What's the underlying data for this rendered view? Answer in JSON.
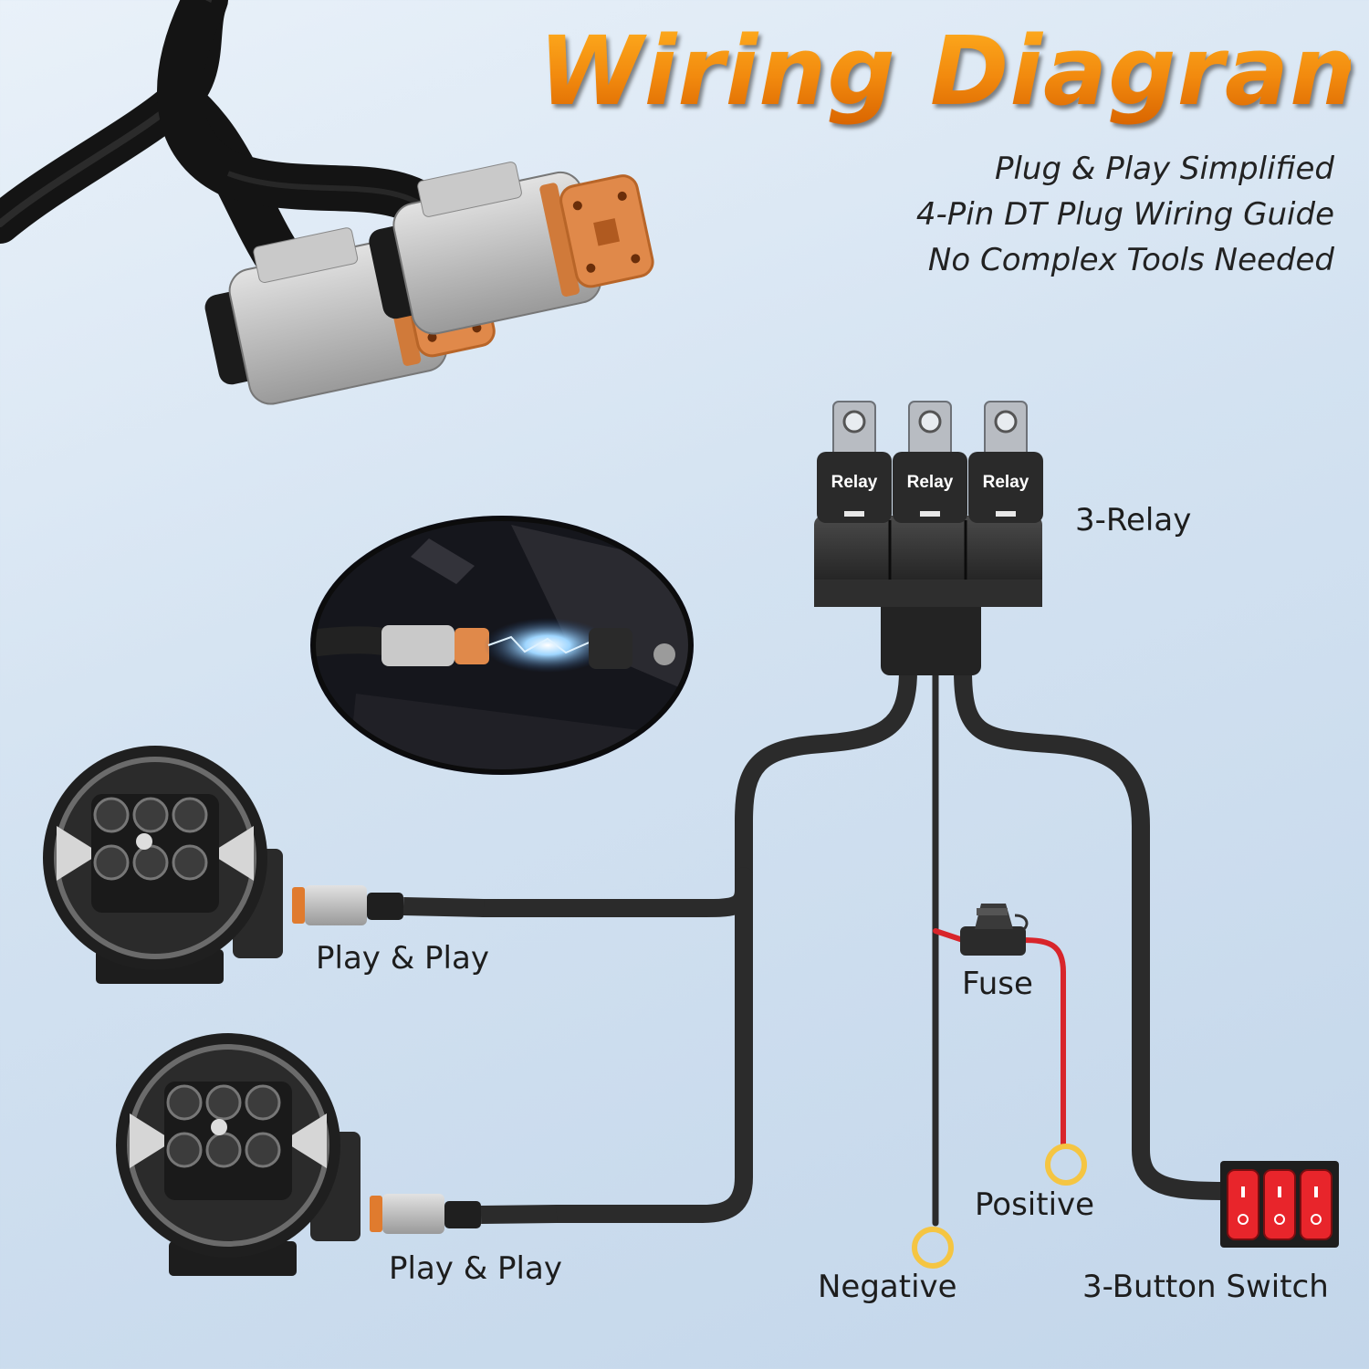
{
  "title": "Wiring Diagram",
  "subtitle_lines": [
    "Plug & Play Simplified",
    "4-Pin DT Plug Wiring Guide",
    "No Complex Tools Needed"
  ],
  "relay_labels": [
    "Relay",
    "Relay",
    "Relay"
  ],
  "labels": {
    "three_relay": "3-Relay",
    "fuse": "Fuse",
    "positive": "Positive",
    "negative": "Negative",
    "switch": "3-Button Switch",
    "light1_plug": "Play & Play",
    "light2_plug": "Play & Play"
  },
  "colors": {
    "title_orange": "#f28a0e",
    "connector_orange": "#e08a4a",
    "wire_black": "#2b2b2b",
    "positive_red": "#d8252b",
    "ring_yellow": "#f5c542",
    "switch_red": "#e8252b"
  }
}
